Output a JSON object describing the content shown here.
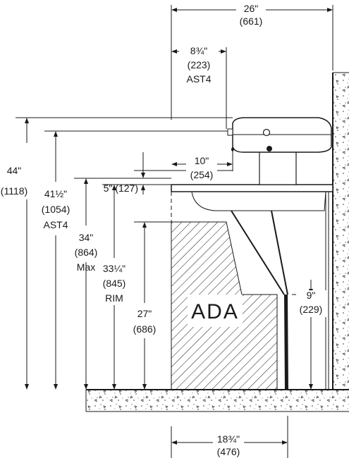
{
  "dimensions": {
    "overall_width": {
      "in": "26\"",
      "mm": "(661)"
    },
    "sensor_offset": {
      "in": "8¾\"",
      "mm": "(223)",
      "note": "AST4"
    },
    "spout_reach": {
      "in": "10\"",
      "mm": "(254)"
    },
    "spout_height": {
      "text": "5\" (127)"
    },
    "total_height": {
      "in": "44\"",
      "mm": "(1118)"
    },
    "sensor_height": {
      "in": "41½\"",
      "mm": "(1054)",
      "note": "AST4"
    },
    "max_height": {
      "in": "34\"",
      "mm": "(864)",
      "note": "Max"
    },
    "rim_height": {
      "in": "33¼\"",
      "mm": "(845)",
      "note": "RIM"
    },
    "knee_clearance": {
      "in": "27\"",
      "mm": "(686)"
    },
    "toe_clearance": {
      "in": "9\"",
      "mm": "(229)"
    },
    "ada_depth": {
      "in": "18¾\"",
      "mm": "(476)"
    }
  },
  "ada_zone_label": "ADA"
}
